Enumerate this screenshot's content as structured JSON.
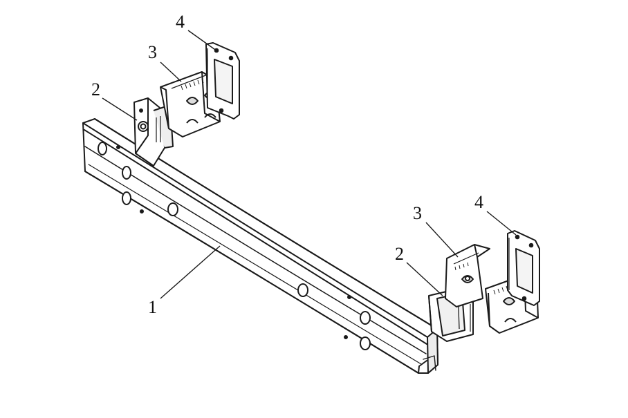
{
  "figure": {
    "part_labels": {
      "beam": "1",
      "bracket_left": "2",
      "absorber_left": "3",
      "plate_left": "4",
      "bracket_right": "2",
      "absorber_right": "3",
      "plate_right": "4"
    },
    "colors": {
      "line": "#1a1a1a",
      "fill": "#ffffff",
      "shade": "#d6d6d6",
      "background": "#ffffff"
    }
  }
}
